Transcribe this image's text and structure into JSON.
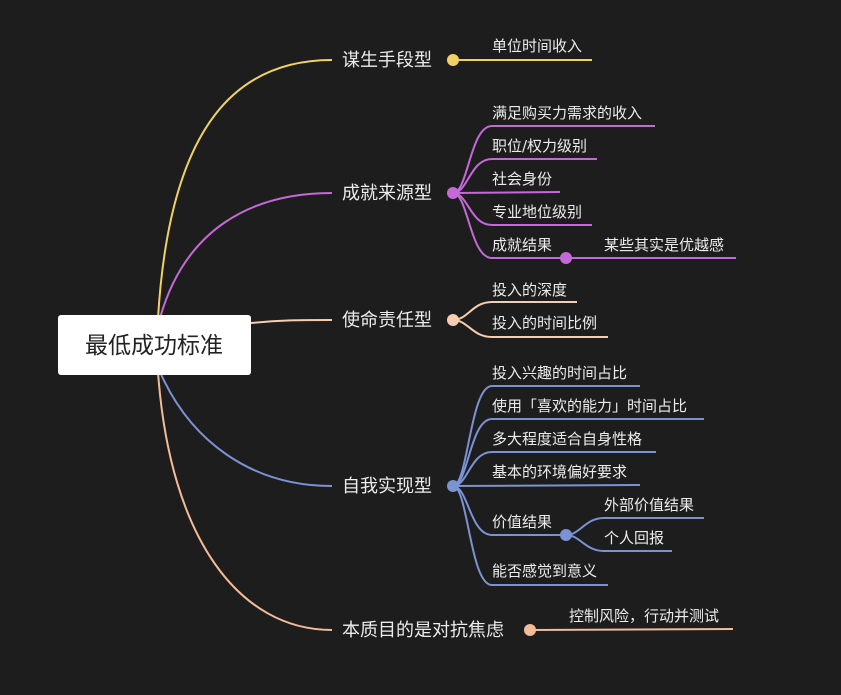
{
  "root": "最低成功标准",
  "colors": {
    "yellow": "#f0d264",
    "purple": "#c569d8",
    "peach": "#f7cdb0",
    "blue": "#7b93d3",
    "orange": "#f3bc98",
    "background": "#1d1d1e"
  },
  "branches": [
    {
      "label": "谋生手段型",
      "children": [
        "单位时间收入"
      ]
    },
    {
      "label": "成就来源型",
      "children": [
        "满足购买力需求的收入",
        "职位/权力级别",
        "社会身份",
        "专业地位级别",
        "成就结果"
      ],
      "sub": [
        "某些其实是优越感"
      ]
    },
    {
      "label": "使命责任型",
      "children": [
        "投入的深度",
        "投入的时间比例"
      ]
    },
    {
      "label": "自我实现型",
      "children": [
        "投入兴趣的时间占比",
        "使用「喜欢的能力」时间占比",
        "多大程度适合自身性格",
        "基本的环境偏好要求",
        "价值结果",
        "能否感觉到意义"
      ],
      "sub": [
        "外部价值结果",
        "个人回报"
      ]
    },
    {
      "label": "本质目的是对抗焦虑",
      "children": [
        "控制风险，行动并测试"
      ]
    }
  ]
}
